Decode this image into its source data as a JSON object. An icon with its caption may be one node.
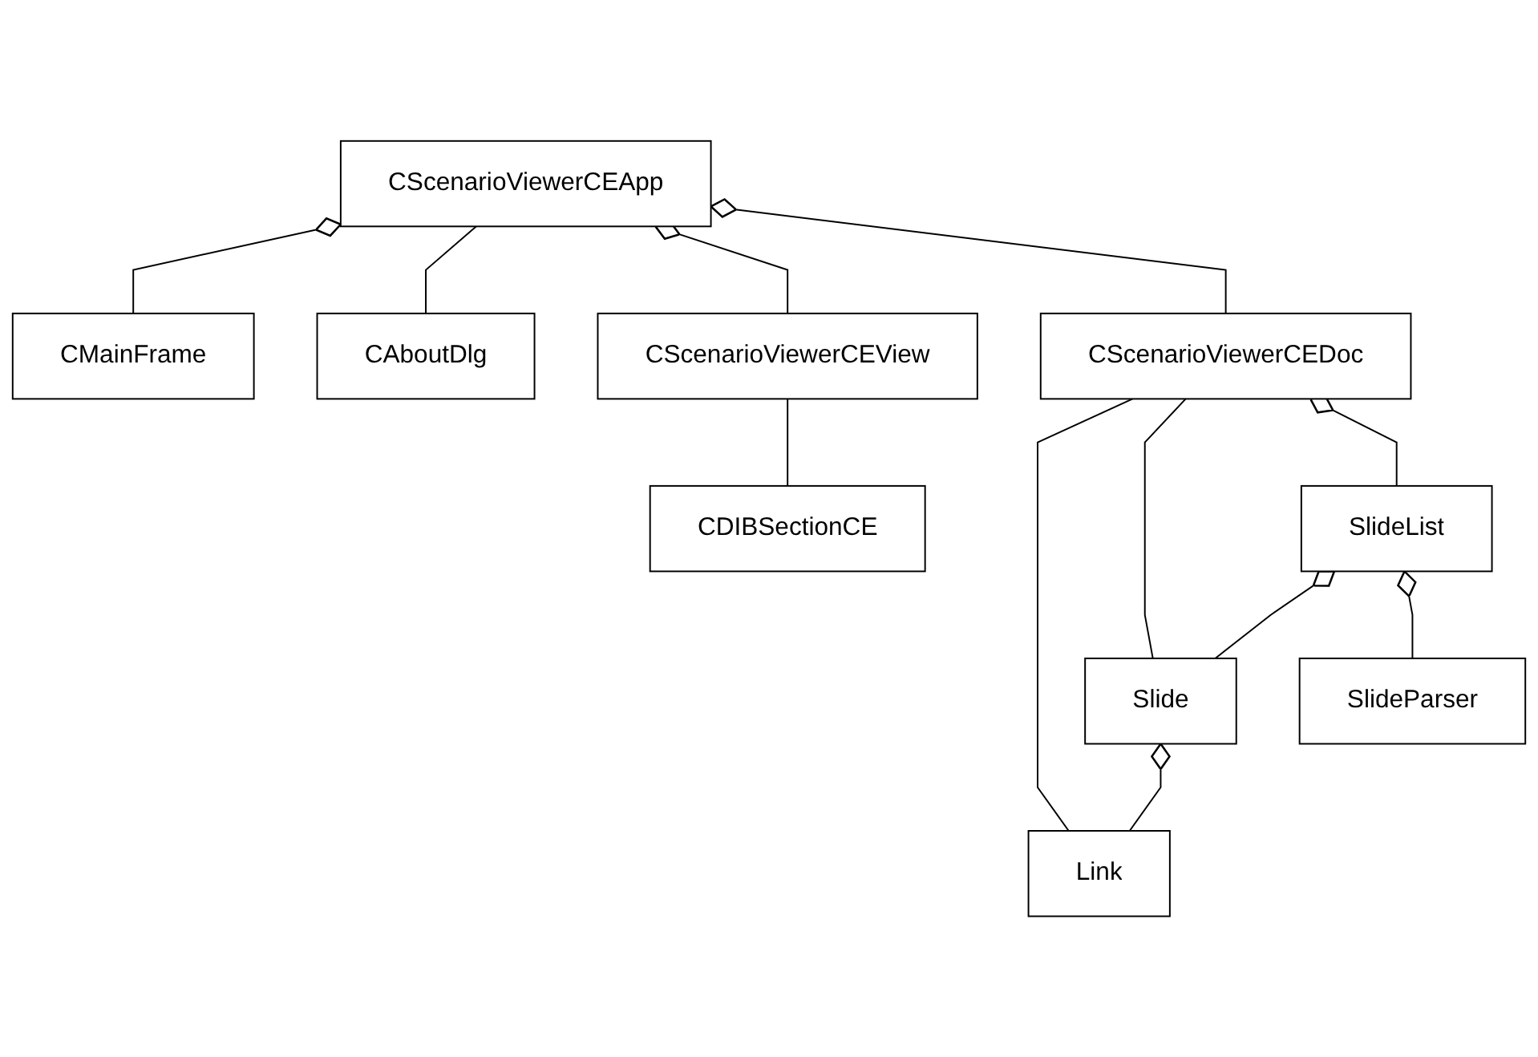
{
  "diagram": {
    "nodes": [
      {
        "text": [
          "CMainFrame"
        ]
      },
      {
        "text": [
          "CScenarioViewerCEApp"
        ]
      },
      {
        "text": [
          "CAboutDlg"
        ]
      },
      {
        "text": [
          "CScenarioViewerCEView"
        ]
      },
      {
        "text": [
          "CScenarioViewerCEDoc"
        ]
      },
      {
        "text": [
          "CDIBSectionCE"
        ]
      },
      {
        "text": [
          "SlideList"
        ]
      },
      {
        "text": [
          "Slide"
        ]
      },
      {
        "text": [
          "SlideParser"
        ]
      },
      {
        "text": [
          "Link"
        ]
      }
    ],
    "edges": [
      {
        "from": 0,
        "to": 1,
        "arrow": "other"
      },
      {
        "from": 2,
        "to": 1,
        "arrow": "none"
      },
      {
        "from": 3,
        "to": 1,
        "arrow": "other"
      },
      {
        "from": 4,
        "to": 1,
        "arrow": "other"
      },
      {
        "from": 5,
        "to": 3,
        "arrow": "none"
      },
      {
        "from": 9,
        "to": 4,
        "arrow": "none"
      },
      {
        "from": 7,
        "to": 4,
        "arrow": "none"
      },
      {
        "from": 6,
        "to": 4,
        "arrow": "other"
      },
      {
        "from": 7,
        "to": 6,
        "arrow": "other"
      },
      {
        "from": 8,
        "to": 6,
        "arrow": "other"
      },
      {
        "from": 9,
        "to": 7,
        "arrow": "other"
      }
    ]
  }
}
